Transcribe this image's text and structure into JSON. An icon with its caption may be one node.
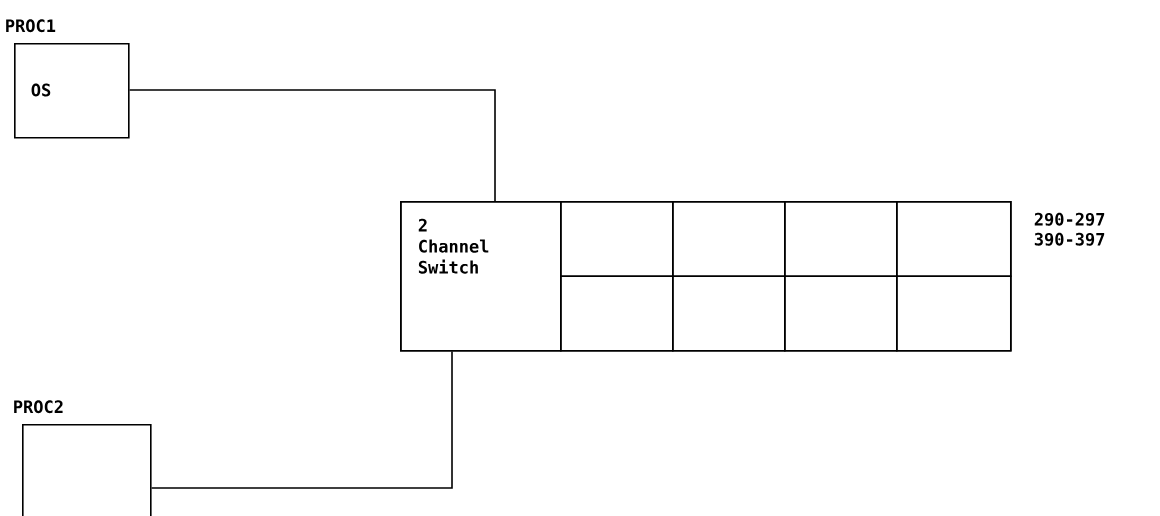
{
  "diagram": {
    "nodes": [
      {
        "text": [
          "PROC1",
          "OS"
        ]
      },
      {
        "text": [
          "PROC2"
        ]
      },
      {
        "text": [],
        "shape": "box"
      },
      {
        "text": [
          "2 Channel Switch"
        ],
        "in": 2
      },
      {
        "text": [],
        "shape": "box",
        "in": 2
      },
      {
        "text": [],
        "shape": "box",
        "in": 2
      },
      {
        "text": [],
        "shape": "box",
        "in": 2
      },
      {
        "text": [],
        "shape": "box",
        "in": 2
      },
      {
        "text": [],
        "shape": "box",
        "in": 2
      },
      {
        "text": [],
        "shape": "box",
        "in": 2
      },
      {
        "text": [],
        "shape": "box",
        "in": 2
      },
      {
        "text": [],
        "shape": "box",
        "in": 2
      }
    ],
    "edges": [
      {
        "from": 0,
        "to": 3,
        "arrow": "none"
      },
      {
        "from": 1,
        "to": 3,
        "arrow": "none"
      }
    ],
    "labels": [
      "290-297",
      "390-397"
    ]
  }
}
